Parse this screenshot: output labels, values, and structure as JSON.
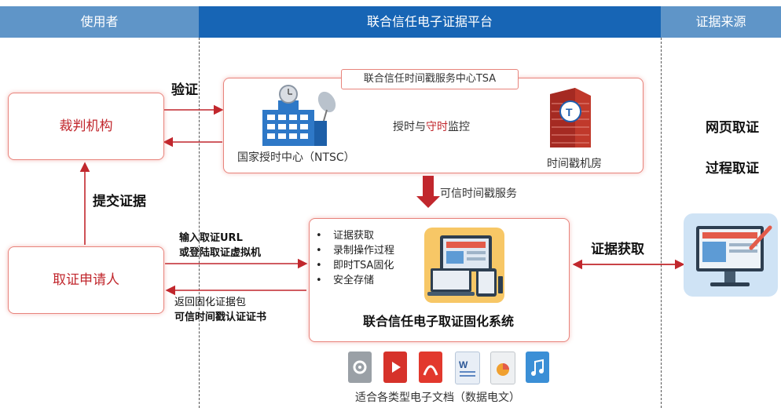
{
  "headers": {
    "left": "使用者",
    "middle": "联合信任电子证据平台",
    "right": "证据来源"
  },
  "tsa": {
    "title": "联合信任时间戳服务中心TSA",
    "left_label": "国家授时中心（NTSC）",
    "right_label": "时间戳机房",
    "monitor_prefix": "授时与",
    "monitor_highlight": "守时",
    "monitor_suffix": "监控"
  },
  "user_side": {
    "judge": "裁判机构",
    "applicant": "取证申请人",
    "verify": "验证",
    "submit": "提交证据",
    "input_line1": "输入取证URL",
    "input_line2": "或登陆取证虚拟机",
    "return_line1": "返回固化证据包",
    "return_line2": "可信时间戳认证证书"
  },
  "service_label": "可信时间戳服务",
  "system": {
    "features": [
      "证据获取",
      "录制操作过程",
      "即时TSA固化",
      "安全存储"
    ],
    "name": "联合信任电子取证固化系统"
  },
  "evidence_get": "证据获取",
  "sources": [
    "网页取证",
    "过程取证"
  ],
  "doc_caption": "适合各类型电子文档（数据电文）",
  "doc_icons": [
    "settings-file-icon",
    "video-file-icon",
    "pdf-file-icon",
    "word-file-icon",
    "chart-file-icon",
    "music-file-icon"
  ],
  "colors": {
    "header_dark": "#1765b5",
    "header_light": "#5f95c8",
    "accent_red": "#c1272d"
  }
}
